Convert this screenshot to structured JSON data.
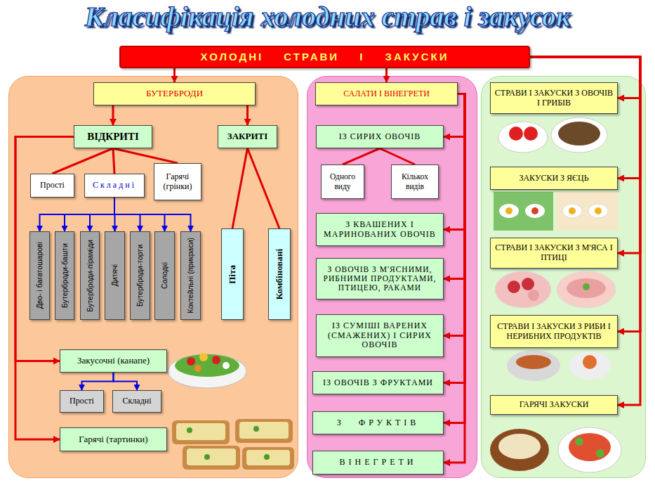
{
  "diagram": {
    "title": "Класифікація холодних страв і закусок",
    "nodes": [
      {
        "text": [
          "ХОЛОДНІ СТРАВИ І ЗАКУСКИ"
        ]
      },
      {
        "text": [
          "БУТЕРБРОДИ"
        ]
      },
      {
        "text": [
          "ВІДКРИТІ"
        ]
      },
      {
        "text": [
          "ЗАКРИТІ"
        ]
      },
      {
        "text": [
          "Прості"
        ]
      },
      {
        "text": [
          "Складні"
        ]
      },
      {
        "text": [
          "Гарячі (грінки)"
        ]
      },
      {
        "text": [
          "Дво- і багатошарові"
        ]
      },
      {
        "text": [
          "Бутерброди-башти"
        ]
      },
      {
        "text": [
          "Бутерброди-піраміди"
        ]
      },
      {
        "text": [
          "Дитячі"
        ]
      },
      {
        "text": [
          "Бутерброди-торти"
        ]
      },
      {
        "text": [
          "Солодкі"
        ]
      },
      {
        "text": [
          "Коктейльні (прикраси)"
        ]
      },
      {
        "text": [
          "Піта"
        ]
      },
      {
        "text": [
          "Комбіновані"
        ]
      },
      {
        "text": [
          "Закусочні (канапе)"
        ]
      },
      {
        "text": [
          "Прості"
        ]
      },
      {
        "text": [
          "Складні"
        ]
      },
      {
        "text": [
          "Гарячі (тартинки)"
        ]
      },
      {
        "text": [
          "САЛАТИ І ВІНЕГРЕТИ"
        ]
      },
      {
        "text": [
          "ІЗ СИРИХ ОВОЧІВ"
        ]
      },
      {
        "text": [
          "Одного виду"
        ]
      },
      {
        "text": [
          "Кількох видів"
        ]
      },
      {
        "text": [
          "З КВАШЕНИХ І МАРИНОВАНИХ ОВОЧІВ"
        ]
      },
      {
        "text": [
          "З ОВОЧІВ З М'ЯСНИМИ, РИБНИМИ ПРОДУКТАМИ, ПТИЦЕЮ, РАКАМИ"
        ]
      },
      {
        "text": [
          "ІЗ СУМІШІ ВАРЕНИХ (СМАЖЕНИХ) І СИРИХ ОВОЧІВ"
        ]
      },
      {
        "text": [
          "ІЗ ОВОЧІВ З ФРУКТАМИ"
        ]
      },
      {
        "text": [
          "З ФРУКТІВ"
        ]
      },
      {
        "text": [
          "ВІНЕГРЕТИ"
        ]
      },
      {
        "text": [
          "СТРАВИ І ЗАКУСКИ З ОВОЧІВ І ГРИБІВ"
        ]
      },
      {
        "text": [
          "ЗАКУСКИ З ЯЄЦЬ"
        ]
      },
      {
        "text": [
          "СТРАВИ І ЗАКУСКИ З М'ЯСА І ПТИЦІ"
        ]
      },
      {
        "text": [
          "СТРАВИ І ЗАКУСКИ З РИБИ І НЕРИБНИХ ПРОДУКТІВ"
        ]
      },
      {
        "text": [
          "ГАРЯЧІ ЗАКУСКИ"
        ]
      }
    ],
    "edges": [
      {
        "from": 0,
        "to": 1,
        "arrow": "to"
      },
      {
        "from": 0,
        "to": 20,
        "arrow": "to"
      },
      {
        "from": 0,
        "to": 30,
        "arrow": "to"
      },
      {
        "from": 0,
        "to": 31,
        "arrow": "to"
      },
      {
        "from": 0,
        "to": 32,
        "arrow": "to"
      },
      {
        "from": 0,
        "to": 33,
        "arrow": "to"
      },
      {
        "from": 0,
        "to": 34,
        "arrow": "to"
      },
      {
        "from": 1,
        "to": 2,
        "arrow": "to"
      },
      {
        "from": 1,
        "to": 3,
        "arrow": "to"
      },
      {
        "from": 2,
        "to": 4,
        "arrow": "none"
      },
      {
        "from": 2,
        "to": 5,
        "arrow": "none"
      },
      {
        "from": 2,
        "to": 6,
        "arrow": "none"
      },
      {
        "from": 5,
        "to": 7,
        "arrow": "to"
      },
      {
        "from": 5,
        "to": 8,
        "arrow": "to"
      },
      {
        "from": 5,
        "to": 9,
        "arrow": "to"
      },
      {
        "from": 5,
        "to": 10,
        "arrow": "to"
      },
      {
        "from": 5,
        "to": 11,
        "arrow": "to"
      },
      {
        "from": 5,
        "to": 12,
        "arrow": "to"
      },
      {
        "from": 5,
        "to": 13,
        "arrow": "to"
      },
      {
        "from": 3,
        "to": 14,
        "arrow": "none"
      },
      {
        "from": 3,
        "to": 15,
        "arrow": "none"
      },
      {
        "from": 2,
        "to": 16,
        "arrow": "to"
      },
      {
        "from": 2,
        "to": 19,
        "arrow": "to"
      },
      {
        "from": 16,
        "to": 17,
        "arrow": "to"
      },
      {
        "from": 16,
        "to": 18,
        "arrow": "to"
      },
      {
        "from": 20,
        "to": 21,
        "arrow": "to"
      },
      {
        "from": 20,
        "to": 24,
        "arrow": "to"
      },
      {
        "from": 20,
        "to": 25,
        "arrow": "to"
      },
      {
        "from": 20,
        "to": 26,
        "arrow": "to"
      },
      {
        "from": 20,
        "to": 27,
        "arrow": "to"
      },
      {
        "from": 20,
        "to": 28,
        "arrow": "to"
      },
      {
        "from": 20,
        "to": 29,
        "arrow": "to"
      },
      {
        "from": 21,
        "to": 22,
        "arrow": "none"
      },
      {
        "from": 21,
        "to": 23,
        "arrow": "none"
      }
    ]
  }
}
